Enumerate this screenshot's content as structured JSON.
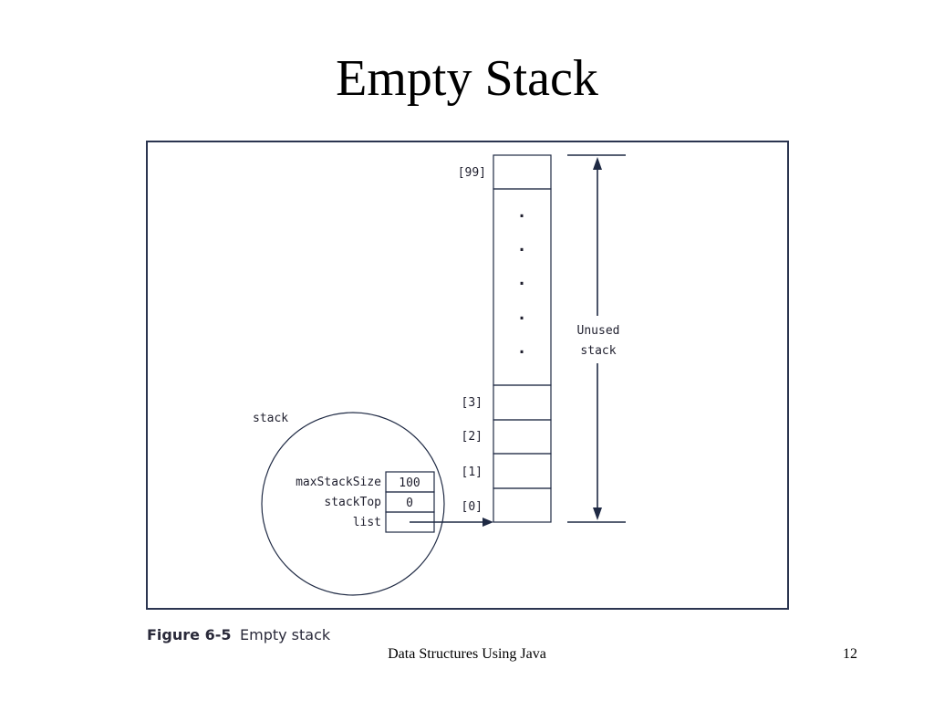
{
  "slide": {
    "title": "Empty Stack",
    "footer": "Data Structures Using Java",
    "page_number": "12"
  },
  "diagram": {
    "object_label": "stack",
    "fields": [
      {
        "name": "maxStackSize",
        "value": "100"
      },
      {
        "name": "stackTop",
        "value": "0"
      },
      {
        "name": "list",
        "value": ""
      }
    ],
    "array_indices": {
      "top": "[99]",
      "i3": "[3]",
      "i2": "[2]",
      "i1": "[1]",
      "i0": "[0]"
    },
    "unused_label_line1": "Unused",
    "unused_label_line2": "stack",
    "dots": [
      ".",
      ".",
      ".",
      ".",
      "."
    ]
  },
  "caption": {
    "label": "Figure 6-5",
    "text": "Empty stack"
  },
  "colors": {
    "stroke": "#1f2a44",
    "frame": "#2b3550"
  }
}
